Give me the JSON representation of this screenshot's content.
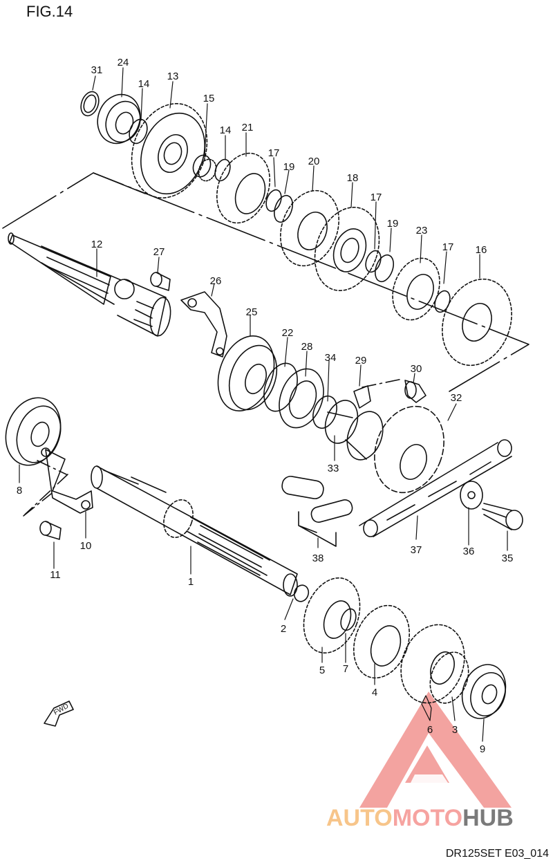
{
  "figure": {
    "title": "FIG.14",
    "ref_code": "DR125SET E03_014",
    "fwd_label": "FWD"
  },
  "watermark": {
    "part1": "AUTO",
    "part2": "MOTO",
    "part3": "HUB",
    "color_orange": "#f7c58a",
    "color_red": "#f08c88",
    "color_gray": "#7a7a7a"
  },
  "callouts": [
    "31",
    "24",
    "14",
    "13",
    "15",
    "14",
    "21",
    "17",
    "19",
    "20",
    "18",
    "17",
    "19",
    "23",
    "17",
    "16",
    "12",
    "27",
    "26",
    "25",
    "22",
    "28",
    "34",
    "29",
    "30",
    "32",
    "33",
    "8",
    "10",
    "11",
    "1",
    "2",
    "5",
    "7",
    "4",
    "6",
    "3",
    "9",
    "37",
    "36",
    "35",
    "38"
  ]
}
